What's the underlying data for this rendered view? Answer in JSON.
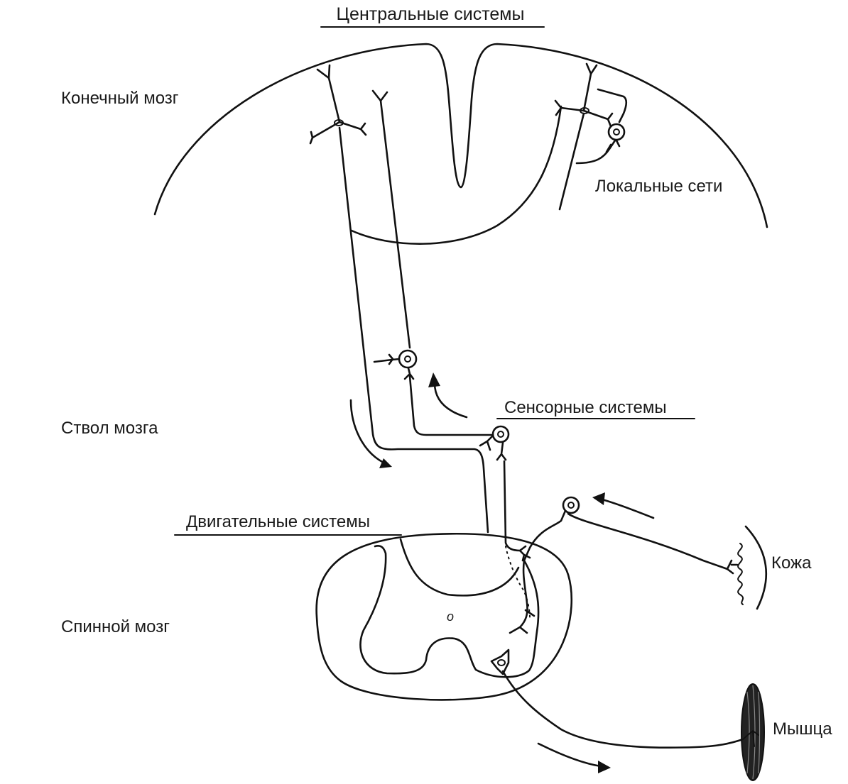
{
  "labels": {
    "central_systems": "Центральные системы",
    "telencephalon": "Конечный мозг",
    "local_networks": "Локальные сети",
    "sensory_systems": "Сенсорные системы",
    "brainstem": "Ствол мозга",
    "motor_systems": "Двигательные системы",
    "spinal_cord": "Спинной мозг",
    "skin": "Кожа",
    "muscle": "Мышца",
    "canal_mark": "o"
  },
  "colors": {
    "ink": "#111111",
    "background": "#ffffff"
  }
}
